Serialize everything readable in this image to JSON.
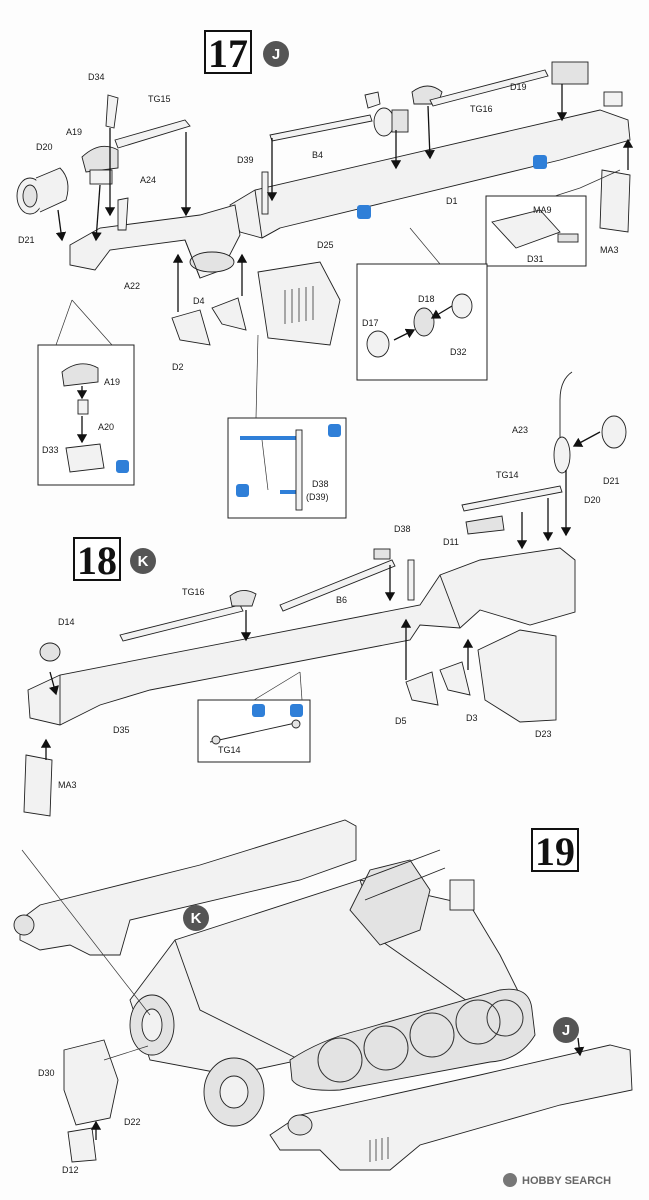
{
  "steps": [
    {
      "number": "17",
      "letter": "J"
    },
    {
      "number": "18",
      "letter": "K"
    },
    {
      "number": "19",
      "letter": ""
    }
  ],
  "callouts": {
    "k_on_19": "K",
    "j_on_19": "J"
  },
  "step17_labels": {
    "D34": "D34",
    "TG15": "TG15",
    "A19": "A19",
    "D20": "D20",
    "A24": "A24",
    "D21": "D21",
    "A22": "A22",
    "D39": "D39",
    "B4": "B4",
    "TG16": "TG16",
    "D19": "D19",
    "D1": "D1",
    "MA9": "MA9",
    "D31": "D31",
    "MA3": "MA3",
    "D25": "D25",
    "D4": "D4",
    "D2": "D2",
    "D18": "D18",
    "D17": "D17",
    "D32": "D32"
  },
  "inset_a19": {
    "A19": "A19",
    "A20": "A20",
    "D33": "D33"
  },
  "inset_d38": {
    "D38": "D38",
    "D39": "(D39)"
  },
  "step18_labels": {
    "A23": "A23",
    "D21": "D21",
    "TG14": "TG14",
    "D20": "D20",
    "D11": "D11",
    "D38": "D38",
    "TG16": "TG16",
    "B6": "B6",
    "D14": "D14",
    "D35": "D35",
    "D5": "D5",
    "D3": "D3",
    "D23": "D23",
    "MA3": "MA3",
    "TG14_inset": "TG14"
  },
  "step19_labels": {
    "D30": "D30",
    "D22": "D22",
    "D12": "D12"
  },
  "watermark": {
    "text": "HOBBY SEARCH"
  },
  "colors": {
    "glue_blue": "#2f7fd8",
    "step_circle": "#555555",
    "line": "#222222"
  }
}
